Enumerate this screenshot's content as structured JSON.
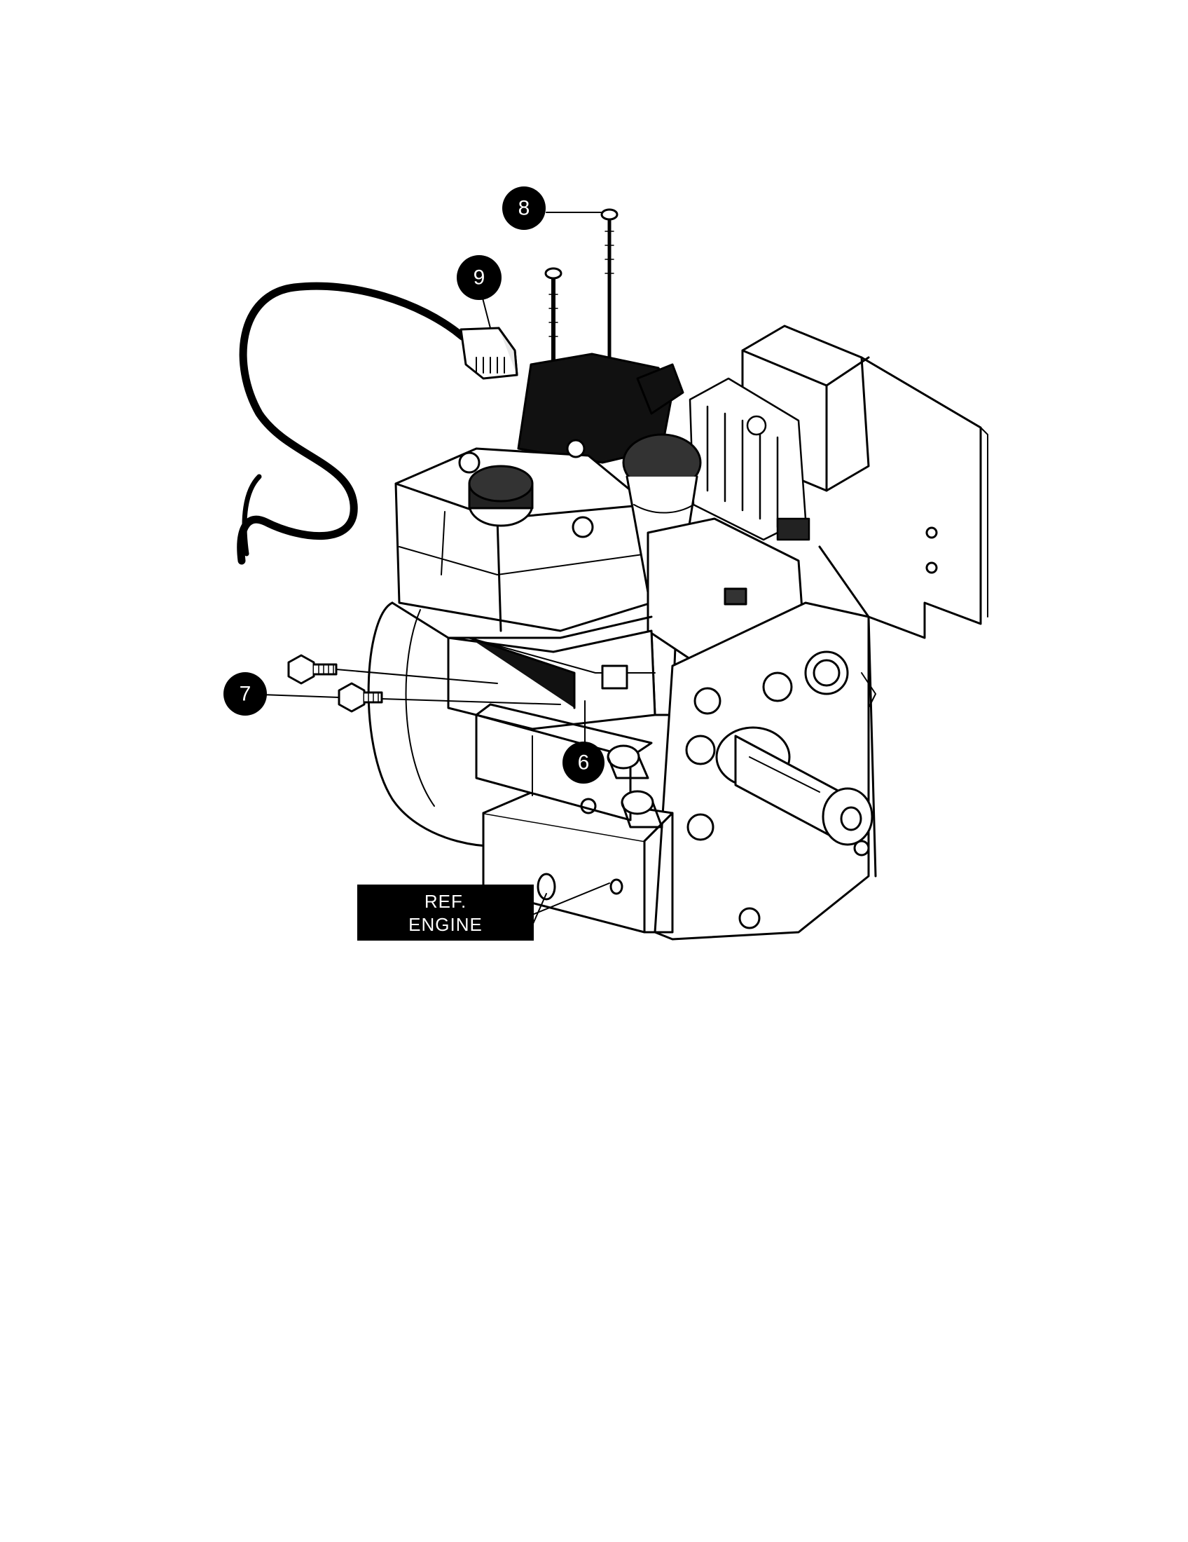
{
  "diagram": {
    "callouts": {
      "c6": "6",
      "c7": "7",
      "c8": "8",
      "c9": "9"
    },
    "ref_label": {
      "line1": "REF.",
      "line2": "ENGINE"
    },
    "colors": {
      "ink": "#000000",
      "paper": "#ffffff"
    }
  }
}
